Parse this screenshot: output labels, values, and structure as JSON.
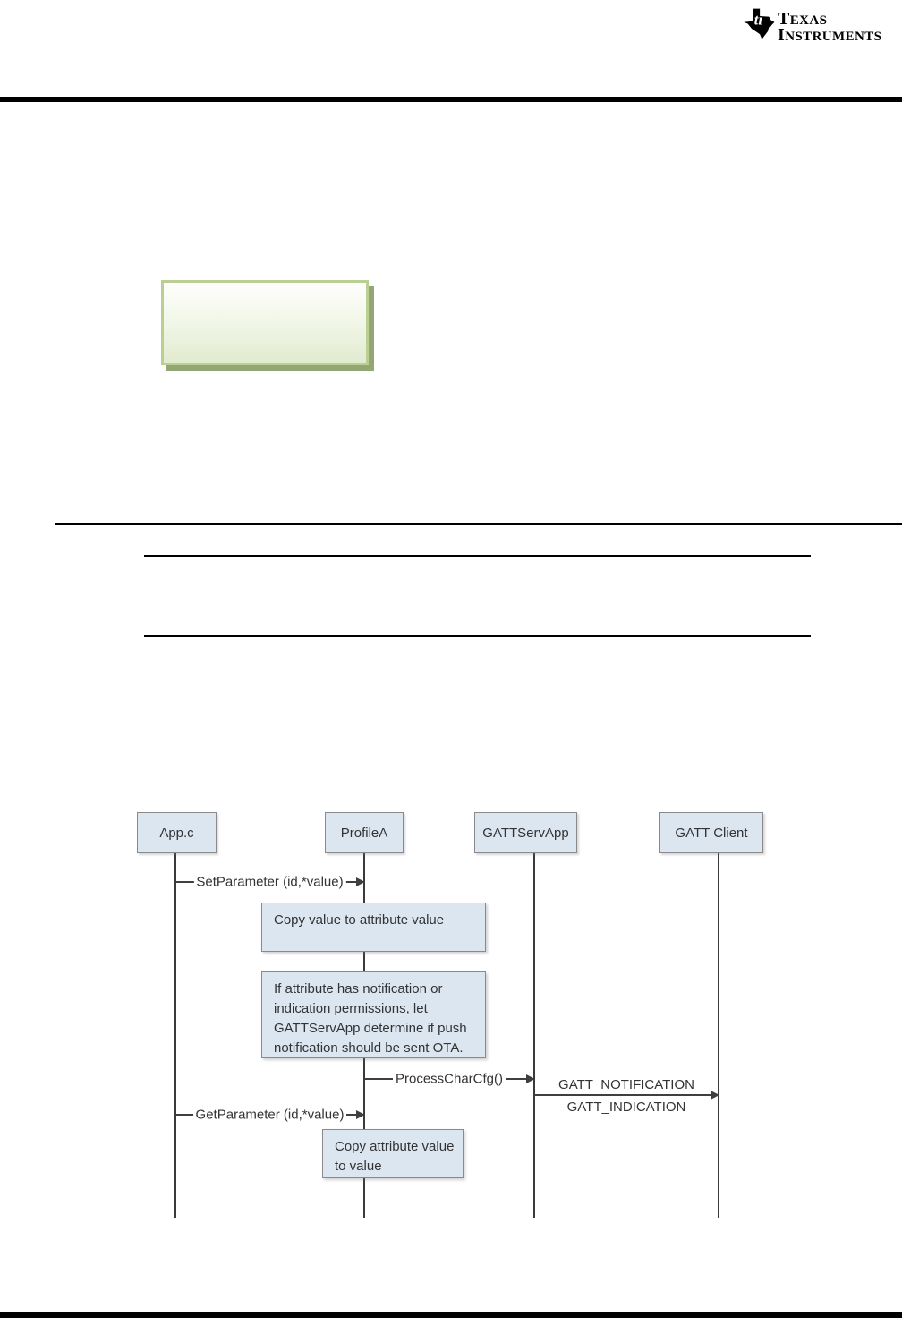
{
  "header": {
    "logo": {
      "icon": "ti-texas-icon",
      "brand_line1": "Texas",
      "brand_line2": "Instruments"
    }
  },
  "colors": {
    "page_background": "#ffffff",
    "rule_black": "#000000",
    "callout_border": "#bccf93",
    "callout_fill_top": "#fefefd",
    "callout_fill_bottom": "#e1ebcf",
    "callout_shadow": "#93a775",
    "diagram_box_fill": "#dce6f1",
    "diagram_box_border": "#8a8a8a",
    "diagram_line": "#3f3f3f",
    "diagram_text": "#333333"
  },
  "diagram": {
    "type": "sequence-diagram",
    "lifelines": [
      {
        "label": "App.c"
      },
      {
        "label": "ProfileA"
      },
      {
        "label": "GATTServApp"
      },
      {
        "label": "GATT Client"
      }
    ],
    "messages": [
      {
        "from": "App.c",
        "to": "ProfileA",
        "label": "SetParameter (id,*value)"
      },
      {
        "from": "ProfileA",
        "to": "GATTServApp",
        "label": "ProcessCharCfg()"
      },
      {
        "from": "GATTServApp",
        "to": "GATT Client",
        "label_above": "GATT_NOTIFICATION",
        "label_below": "GATT_INDICATION"
      },
      {
        "from": "App.c",
        "to": "ProfileA",
        "label": "GetParameter (id,*value)"
      }
    ],
    "notes": [
      {
        "on": "ProfileA",
        "text": "Copy value to attribute value"
      },
      {
        "on": "ProfileA",
        "text": "If attribute has notification or indication permissions, let GATTServApp determine if push notification should be sent OTA."
      },
      {
        "on": "ProfileA",
        "text": "Copy attribute value to value"
      }
    ]
  }
}
